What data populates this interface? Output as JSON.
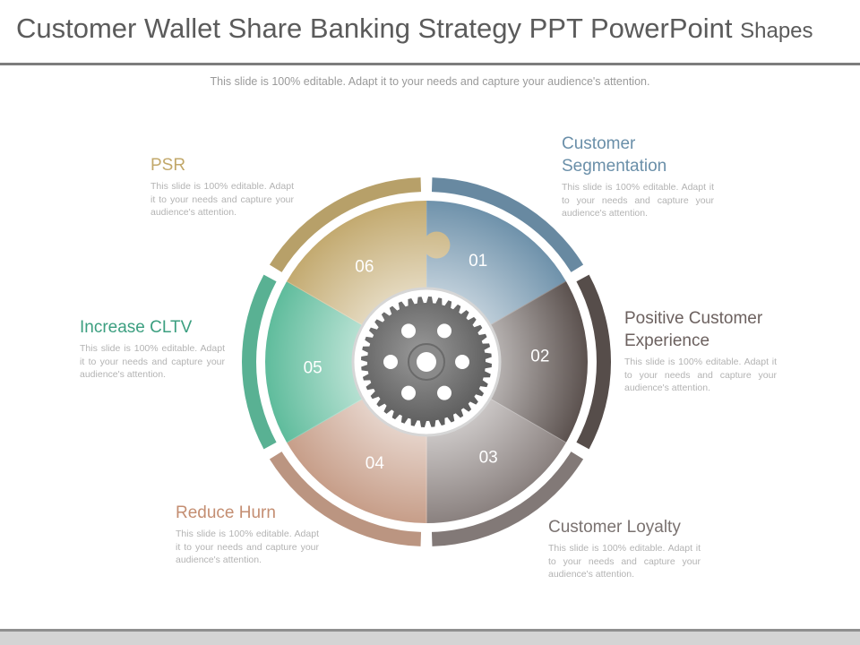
{
  "slide": {
    "title_main": "Customer Wallet Share Banking Strategy PPT PowerPoint",
    "title_tail": "Shapes",
    "subtitle": "This slide is 100% editable. Adapt it to your needs and capture your audience's attention."
  },
  "segments": [
    {
      "number": "01",
      "title": "Customer Segmentation",
      "description": "This slide is 100% editable. Adapt it to your needs and capture your audience's attention.",
      "color": "#6f92ab"
    },
    {
      "number": "02",
      "title": "Positive Customer Experience",
      "description": "This slide is 100% editable. Adapt it to your needs and capture your audience's attention.",
      "color": "#5c524f"
    },
    {
      "number": "03",
      "title": "Customer Loyalty",
      "description": "This slide is 100% editable. Adapt it to your needs and capture your audience's attention.",
      "color": "#8a817f"
    },
    {
      "number": "04",
      "title": "Reduce Hurn",
      "description": "This slide is 100% editable. Adapt it to your needs and capture your audience's attention.",
      "color": "#c79e89"
    },
    {
      "number": "05",
      "title": "Increase CLTV",
      "description": "This slide is 100% editable. Adapt it to your needs and capture your audience's attention.",
      "color": "#5fbc9c"
    },
    {
      "number": "06",
      "title": "PSR",
      "description": "This slide is 100% editable. Adapt it to your needs and capture your audience's attention.",
      "color": "#c3aa70"
    }
  ],
  "center": {
    "icon": "gear-icon"
  }
}
